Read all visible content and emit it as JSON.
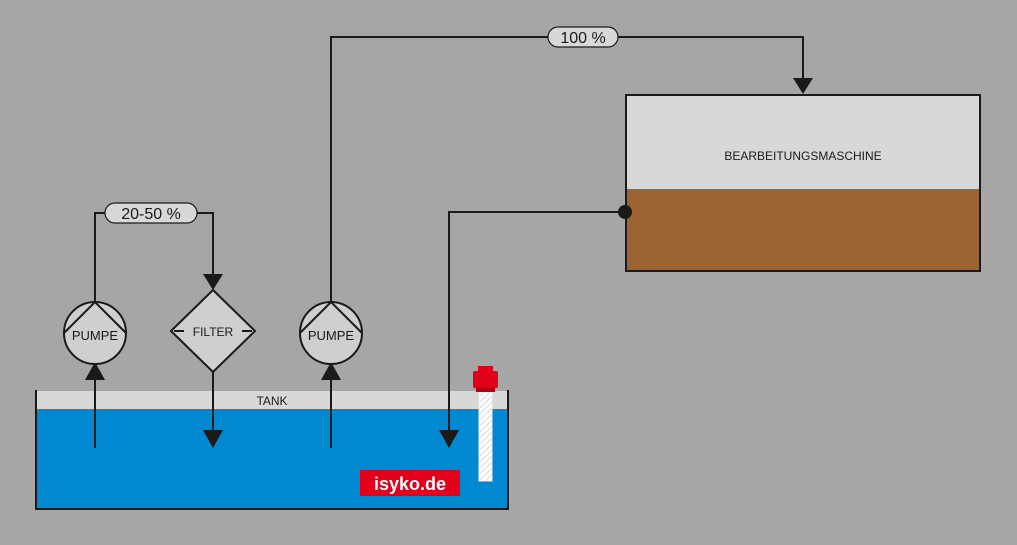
{
  "colors": {
    "background": "#a6a6a6",
    "tank_water": "#0088d1",
    "tank_air": "#d8d8d8",
    "machine_top": "#d8d8d8",
    "machine_bottom": "#9a6331",
    "component_fill": "#cfcfcf",
    "sensor_red": "#e3001b",
    "logo_red": "#e3001b",
    "line": "#1a1a1a"
  },
  "labels": {
    "tank": "TANK",
    "machine": "BEARBEITUNGSMASCHINE",
    "pump_left": "PUMPE",
    "pump_right": "PUMPE",
    "filter": "FILTER",
    "flow_bypass": "20-50 %",
    "flow_main": "100 %",
    "logo": "isyko.de"
  },
  "icons": {
    "pump": "pump-icon",
    "filter": "filter-icon",
    "level_sensor": "level-sensor-icon"
  }
}
